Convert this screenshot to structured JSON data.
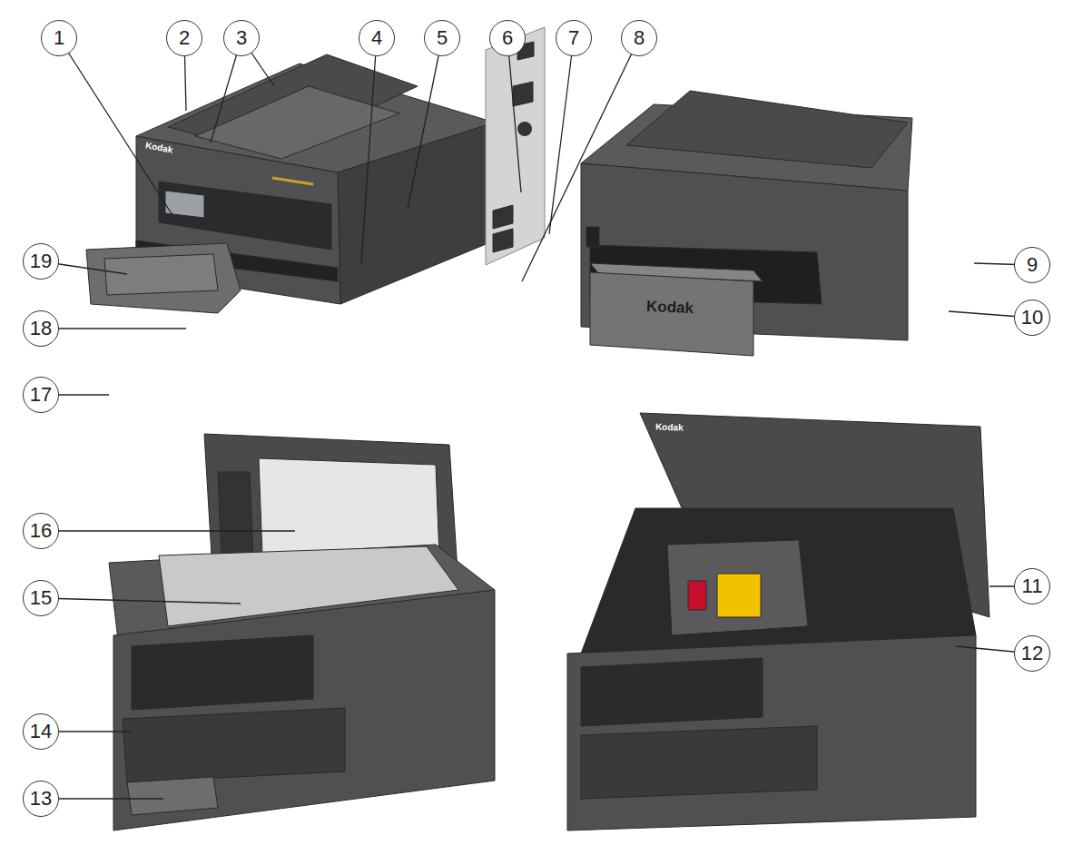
{
  "diagram": {
    "nodes": [
      {
        "text": [
          "1"
        ]
      },
      {
        "text": [
          "2"
        ]
      },
      {
        "text": [
          "3"
        ]
      },
      {
        "text": [
          "4"
        ]
      },
      {
        "text": [
          "5"
        ]
      },
      {
        "text": [
          "6"
        ]
      },
      {
        "text": [
          "7"
        ]
      },
      {
        "text": [
          "8"
        ]
      },
      {
        "text": [
          "9"
        ]
      },
      {
        "text": [
          "10"
        ]
      },
      {
        "text": [
          "11"
        ]
      },
      {
        "text": [
          "12"
        ]
      },
      {
        "text": [
          "13"
        ]
      },
      {
        "text": [
          "14"
        ]
      },
      {
        "text": [
          "15"
        ]
      },
      {
        "text": [
          "16"
        ]
      },
      {
        "text": [
          "17"
        ]
      },
      {
        "text": [
          "18"
        ]
      },
      {
        "text": [
          "19"
        ]
      }
    ],
    "labels": [
      "Kodak",
      "Kodak",
      "Kodak"
    ]
  }
}
